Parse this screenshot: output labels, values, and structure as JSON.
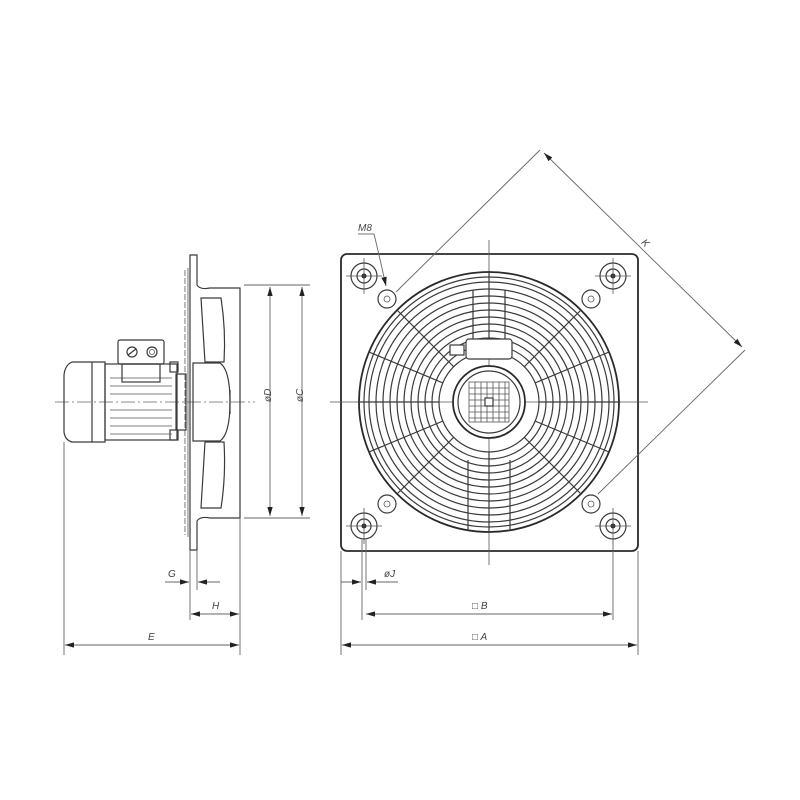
{
  "drawing": {
    "title": "Axial wall fan dimension drawing",
    "views": [
      "side-view",
      "front-view"
    ],
    "colors": {
      "line": "#3a3a3a",
      "dimension": "#666666",
      "background": "#ffffff"
    }
  },
  "dimensions": {
    "A": "□ A",
    "B": "□ B",
    "C": "øC",
    "D": "øD",
    "E": "E",
    "G": "G",
    "H": "H",
    "J": "øJ",
    "K": "K",
    "M": "M8"
  }
}
